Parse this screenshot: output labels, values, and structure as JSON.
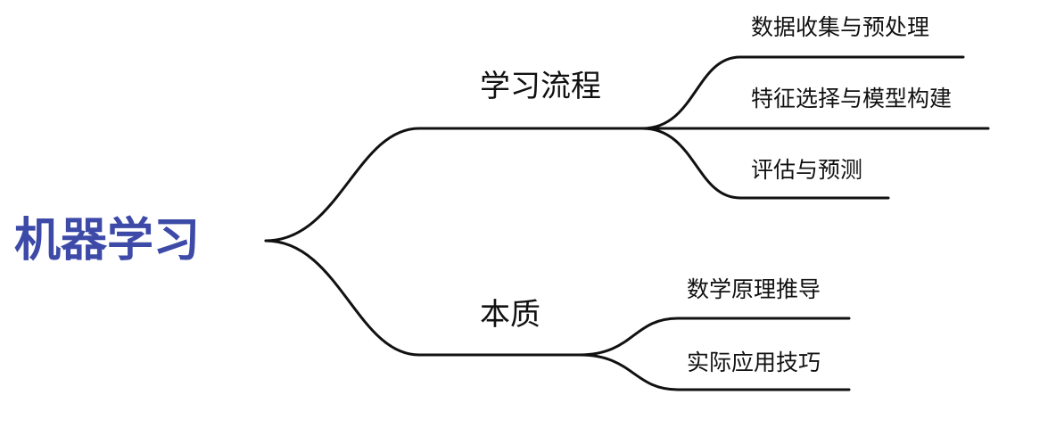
{
  "mindmap": {
    "root": {
      "label": "机器学习",
      "color": "#3d4aa8"
    },
    "branches": [
      {
        "label": "学习流程",
        "leaves": [
          {
            "label": "数据收集与预处理"
          },
          {
            "label": "特征选择与模型构建"
          },
          {
            "label": "评估与预测"
          }
        ]
      },
      {
        "label": "本质",
        "leaves": [
          {
            "label": "数学原理推导"
          },
          {
            "label": "实际应用技巧"
          }
        ]
      }
    ],
    "line_color": "#111111"
  }
}
